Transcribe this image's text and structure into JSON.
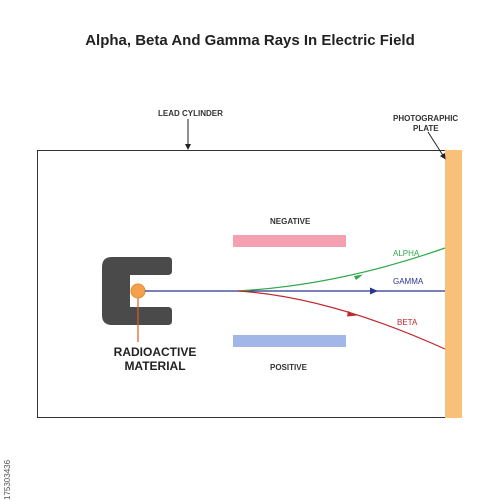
{
  "title": "Alpha, Beta And Gamma Rays In Electric Field",
  "labels": {
    "lead_cylinder": "LEAD CYLINDER",
    "photographic_plate_line1": "PHOTOGRAPHIC",
    "photographic_plate_line2": "PLATE",
    "negative": "NEGATIVE",
    "positive": "POSITIVE",
    "source_line1": "RADIOACTIVE",
    "source_line2": "MATERIAL"
  },
  "rays": {
    "alpha": {
      "label": "ALPHA",
      "color": "#2ea84a"
    },
    "gamma": {
      "label": "GAMMA",
      "color": "#2a3590"
    },
    "beta": {
      "label": "BETA",
      "color": "#c0282e"
    }
  },
  "colors": {
    "lead": "#4a4a4a",
    "source": "#f5a04a",
    "source_line": "#e05a20",
    "plate": "#f8c078",
    "negative_plate": "#f4a0b0",
    "positive_plate": "#a3b6e8"
  },
  "stock_id": "175303436"
}
